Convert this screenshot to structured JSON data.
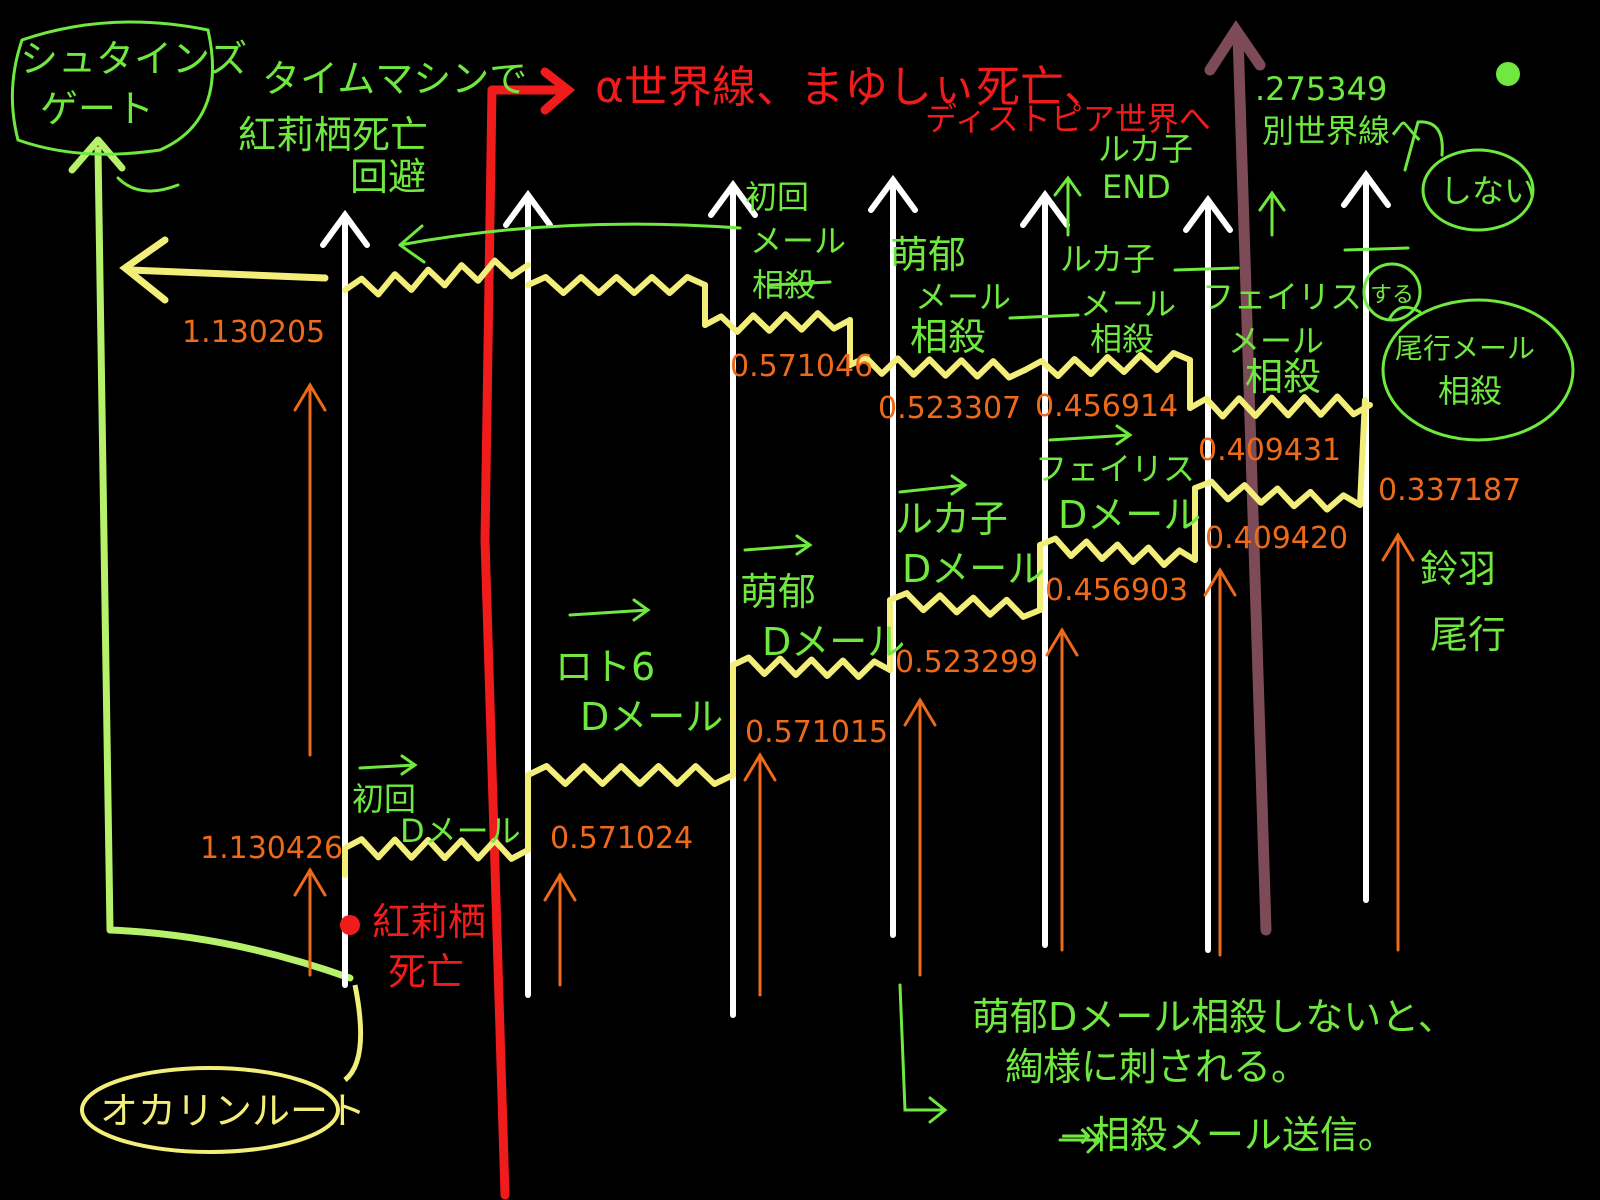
{
  "colors": {
    "background": "#000000",
    "green": "#6fe840",
    "orange": "#ec6a1a",
    "red": "#f01b1b",
    "yellow": "#f3ee7a",
    "white": "#ffffff",
    "mauve": "#7d4a58",
    "lime_line": "#b7f06a"
  },
  "labels": {
    "steins_gate_l1": "シュタインズ",
    "steins_gate_l2": "ゲート",
    "time_machine": "タイムマシンで",
    "kurisu_death_avoid_l1": "紅莉栖死亡",
    "kurisu_death_avoid_l2": "回避",
    "alpha_line": "α世界線、まゆしぃ死亡、",
    "dystopia": "ディストピア世界へ",
    "luka_end_l1": "ルカ子",
    "luka_end_l2": "END",
    "other_line_num": ".275349",
    "other_line": "別世界線へ",
    "first_mail_cancel_l1": "初回",
    "first_mail_cancel_l2": "メール",
    "first_mail_cancel_l3": "相殺",
    "moeka_cancel_l1": "萌郁",
    "moeka_cancel_l2": "メール",
    "moeka_cancel_l3": "相殺",
    "luka_cancel_l1": "ルカ子",
    "luka_cancel_l2": "メール",
    "luka_cancel_l3": "相殺",
    "faris_cancel_l1": "フェイリス",
    "faris_cancel_l2": "メール",
    "faris_cancel_l3": "相殺",
    "shinai": "しない",
    "suru": "する",
    "okabe_cancel_l1": "尾行メール",
    "okabe_cancel_l2": "相殺",
    "first_dmail_l1": "初回",
    "first_dmail_l2": "Dメール",
    "loto6_l1": "ロト6",
    "loto6_l2": "Dメール",
    "moeka_dmail_l1": "萌郁",
    "moeka_dmail_l2": "Dメール",
    "luka_dmail_l1": "ルカ子",
    "luka_dmail_l2": "Dメール",
    "faris_dmail_l1": "フェイリス",
    "faris_dmail_l2": "Dメール",
    "suzuha_l1": "鈴羽",
    "suzuha_l2": "尾行",
    "kurisu_dead_l1": "紅莉栖",
    "kurisu_dead_l2": "死亡",
    "okarin_route": "オカリンルート",
    "note_l1": "萌郁Dメール相殺しないと、",
    "note_l2": "綯様に刺される。",
    "note_l3": "→相殺メール送信。"
  },
  "divergence": {
    "d_1130205": "1.130205",
    "d_1130426": "1.130426",
    "d_0571046": "0.571046",
    "d_0571024": "0.571024",
    "d_0571015": "0.571015",
    "d_0523307": "0.523307",
    "d_0523299": "0.523299",
    "d_0456914": "0.456914",
    "d_0456903": "0.456903",
    "d_0409431": "0.409431",
    "d_0409420": "0.409420",
    "d_0337187": "0.337187"
  }
}
